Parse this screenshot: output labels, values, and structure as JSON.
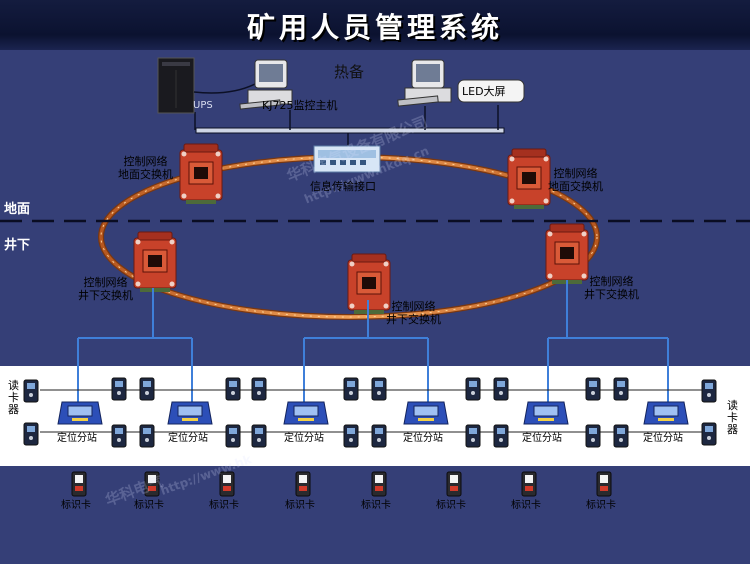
{
  "title": "矿用人员管理系统",
  "top": {
    "ups": "UPS",
    "host": "KJ725监控主机",
    "hot_standby": "热备",
    "led": "LED大屏"
  },
  "zones": {
    "surface": "地面",
    "underground": "井下"
  },
  "interface": "信息传输接口",
  "surface_switch": "控制网络\n地面交换机",
  "underground_switch": "控制网络\n井下交换机",
  "station": "定位分站",
  "reader": "读\n卡\n器",
  "id_card": "标识卡",
  "watermarks": [
    "华科电气设备有限公司",
    "http://www.hkdq.cn",
    "华科电气",
    "http://www.hk"
  ],
  "colors": {
    "background": "#353f77",
    "title_bar": "#0b1230",
    "switch_body": "#c8422a",
    "ring_cable": "#e07a2a",
    "station_blue": "#2c4fb8",
    "link_line": "#3f7fd9"
  }
}
